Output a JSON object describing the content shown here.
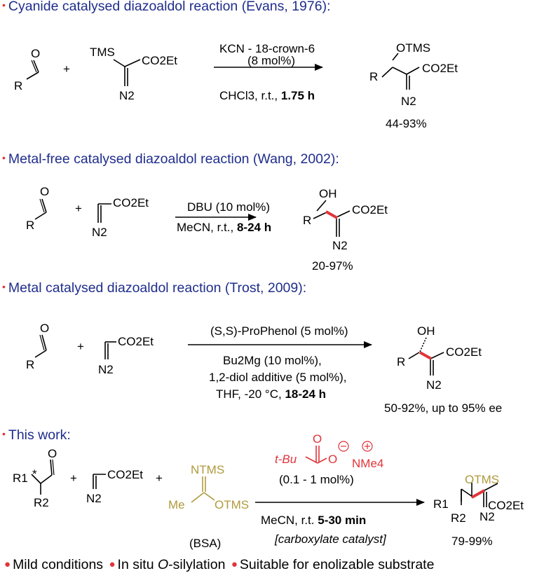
{
  "headings": {
    "s1": "Cyanide catalysed diazoaldol reaction (Evans, 1976):",
    "s2": "Metal-free catalysed diazoaldol reaction (Wang, 2002):",
    "s3": "Metal catalysed diazoaldol reaction (Trost, 2009):",
    "s4": "This work:"
  },
  "colors": {
    "heading": "#1f2d8c",
    "bullet": "#e0343a",
    "bond_highlight": "#e0343a",
    "silyl": "#b09a3c"
  },
  "s1": {
    "atom_O": "O",
    "atom_R": "R",
    "plus": "+",
    "tms": "TMS",
    "co2et": "CO2Et",
    "n2": "N2",
    "cond_top1": "KCN - 18-crown-6",
    "cond_top2": "(8 mol%)",
    "cond_bottom_a": "CHCl3, r.t., ",
    "cond_bottom_b": "1.75 h",
    "prod_otms": "OTMS",
    "prod_r": "R",
    "prod_co2et": "CO2Et",
    "prod_n2": "N2",
    "yield": "44-93%"
  },
  "s2": {
    "atom_O": "O",
    "atom_R": "R",
    "plus": "+",
    "co2et": "CO2Et",
    "n2": "N2",
    "cond_top": "DBU (10 mol%)",
    "cond_bottom_a": "MeCN, r.t., ",
    "cond_bottom_b": "8-24 h",
    "prod_oh": "OH",
    "prod_r": "R",
    "prod_co2et": "CO2Et",
    "prod_n2": "N2",
    "yield": "20-97%"
  },
  "s3": {
    "atom_O": "O",
    "atom_R": "R",
    "plus": "+",
    "co2et": "CO2Et",
    "n2": "N2",
    "cond_top": "(S,S)-ProPhenol (5 mol%)",
    "cond_b1": "Bu2Mg (10 mol%),",
    "cond_b2": "1,2-diol additive (5 mol%),",
    "cond_b3a": "THF, -20 °C, ",
    "cond_b3b": "18-24 h",
    "prod_oh": "OH",
    "prod_r": "R",
    "prod_co2et": "CO2Et",
    "prod_n2": "N2",
    "yield": "50-92%, up to 95% ee"
  },
  "s4": {
    "atom_O": "O",
    "r1": "R1",
    "r2": "R2",
    "star": "*",
    "plus1": "+",
    "plus2": "+",
    "co2et": "CO2Et",
    "n2": "N2",
    "bsa_ntms": "NTMS",
    "bsa_me": "Me",
    "bsa_otms": "OTMS",
    "bsa_label": "(BSA)",
    "cat_o": "O",
    "cat_tbu": "t-Bu",
    "cat_ominus": "O",
    "cat_nme4": "NMe4",
    "cond_loading": "(0.1 - 1 mol%)",
    "cond_solvent_a": "MeCN, r.t. ",
    "cond_solvent_b": "5-30 min",
    "cond_cat_note": "[carboxylate catalyst]",
    "prod_otms": "OTMS",
    "prod_r1": "R1",
    "prod_r2": "R2",
    "prod_co2et": "CO2Et",
    "prod_n2": "N2",
    "yield": "79-99%"
  },
  "footer": {
    "item1": "Mild conditions",
    "item2_a": "In situ ",
    "item2_b": "O",
    "item2_c": "-silylation",
    "item3": "Suitable for enolizable substrate"
  }
}
